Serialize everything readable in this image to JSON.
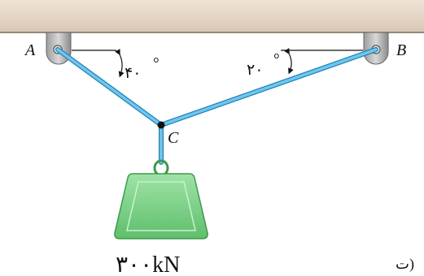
{
  "points": {
    "a": "A",
    "b": "B",
    "c": "C"
  },
  "angles": {
    "left": "۴۰",
    "right": "۲۰",
    "degree_mark": "°"
  },
  "load": {
    "label": "۳۰۰kN"
  },
  "side_mark": "ت)",
  "colors": {
    "ceiling": "#e6d7c8",
    "ceiling_edge": "#7a6a5a",
    "cable": "#6ec6f0",
    "cable_edge": "#1f7fb0",
    "bracket": "#b8b8b8",
    "weight_fill": "#7fd28a",
    "weight_edge": "#3e9a4b",
    "joint": "#111111"
  }
}
